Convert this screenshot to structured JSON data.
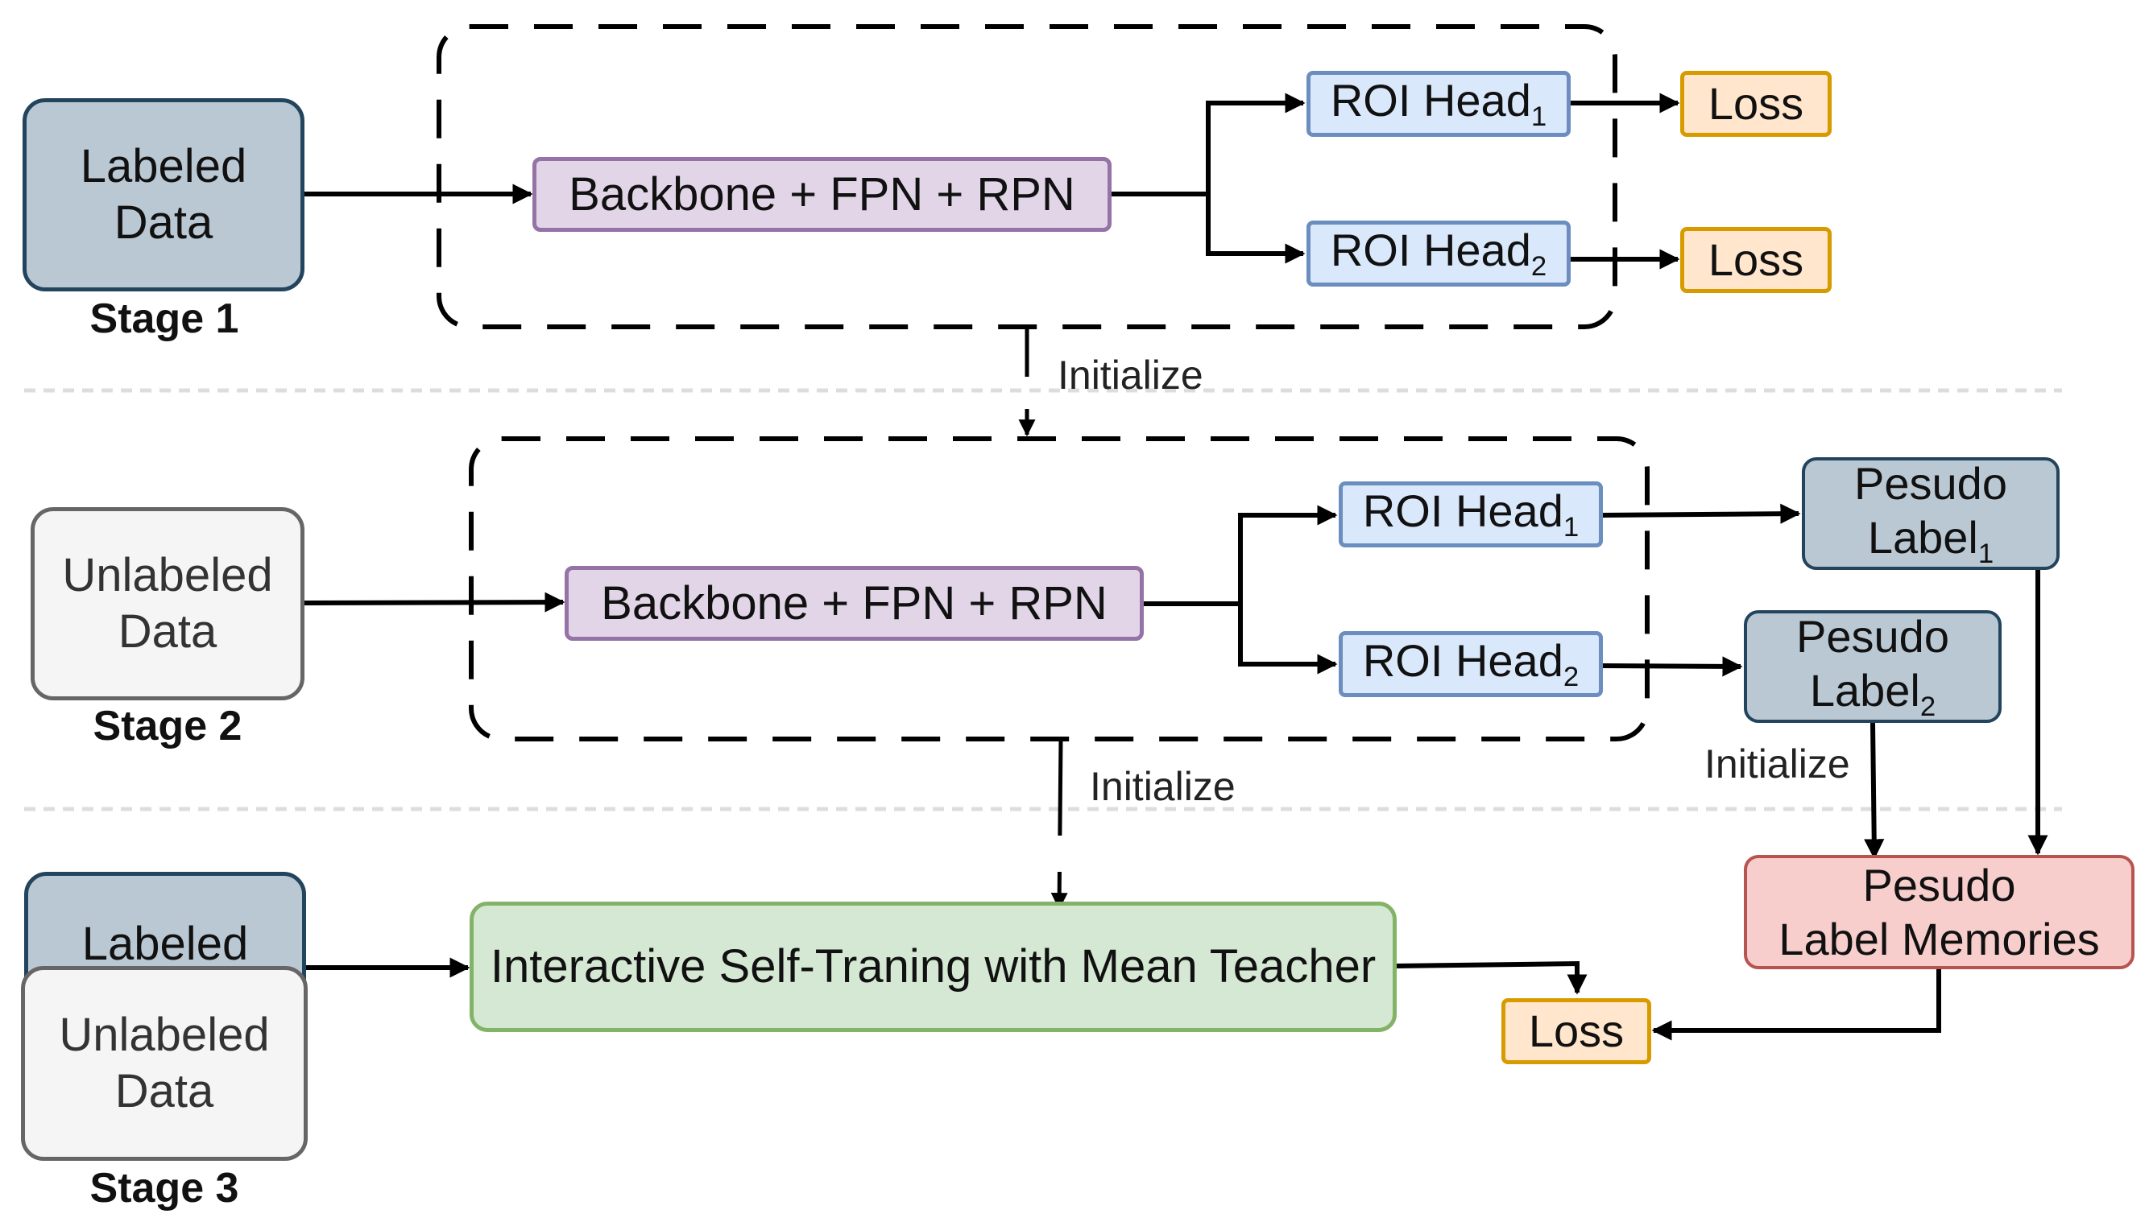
{
  "stage1": {
    "label": "Stage 1",
    "input": [
      "Labeled",
      "Data"
    ],
    "backbone": "Backbone + FPN + RPN",
    "head1": "ROI Head",
    "head1_sub": "1",
    "head2": "ROI Head",
    "head2_sub": "2",
    "loss1": "Loss",
    "loss2": "Loss"
  },
  "stage2": {
    "label": "Stage 2",
    "input": [
      "Unlabeled",
      "Data"
    ],
    "backbone": "Backbone + FPN + RPN",
    "head1": "ROI Head",
    "head1_sub": "1",
    "head2": "ROI Head",
    "head2_sub": "2",
    "pseudo1": [
      "Pesudo",
      "Label"
    ],
    "pseudo1_sub": "1",
    "pseudo2": [
      "Pesudo",
      "Label"
    ],
    "pseudo2_sub": "2"
  },
  "stage3": {
    "label": "Stage 3",
    "labeled": "Labeled",
    "unlabeled": [
      "Unlabeled",
      "Data"
    ],
    "method": "Interactive Self-Traning with Mean Teacher",
    "memories": [
      "Pesudo",
      "Label Memories"
    ],
    "loss": "Loss"
  },
  "annotations": {
    "init_1_2": "Initialize",
    "init_2_3": "Initialize",
    "init_pseudo": "Initialize"
  },
  "colors": {
    "labeled_fill": "#bac8d3",
    "labeled_stroke": "#23445d",
    "unlabeled_fill": "#f5f5f5",
    "unlabeled_stroke": "#666666",
    "backbone_fill": "#e1d5e7",
    "backbone_stroke": "#9673a6",
    "roi_fill": "#dae8fc",
    "roi_stroke": "#6c8ebf",
    "loss_fill": "#ffe6cc",
    "loss_stroke": "#d79b00",
    "memory_fill": "#f8cecc",
    "memory_stroke": "#b85450",
    "method_fill": "#d5e8d4",
    "method_stroke": "#82b366"
  }
}
